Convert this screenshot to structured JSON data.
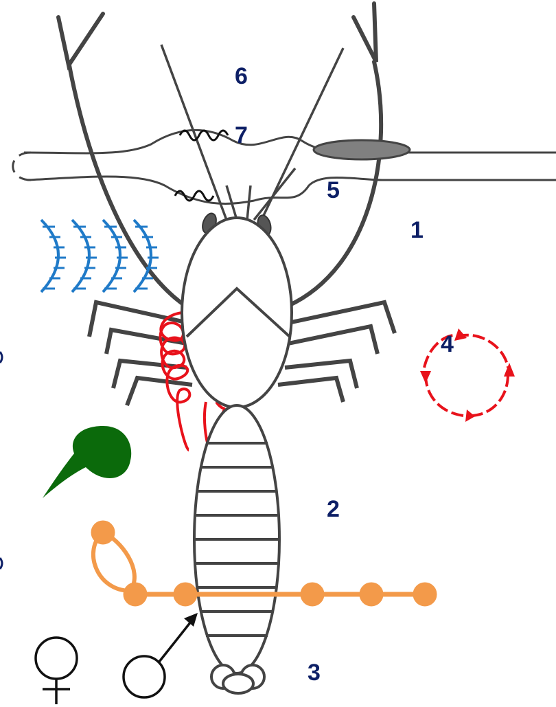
{
  "labels": {
    "n1": "1",
    "n2": "2",
    "n3": "3",
    "n4": "4",
    "n5": "5",
    "n6": "6",
    "n7": "7",
    "female_symbol": "♀"
  },
  "colors": {
    "outline": "#444444",
    "label_text": "#0d1f66",
    "red_coil": "#e8121b",
    "blue_arcs": "#1f7ac8",
    "green_blob": "#0b6a0b",
    "orange_chain": "#f39a4a",
    "gray_oval": "#808080"
  },
  "icons": [
    "female-symbol-icon",
    "male-symbol-icon",
    "cycle-arrows-icon",
    "sound-wave-icon"
  ]
}
